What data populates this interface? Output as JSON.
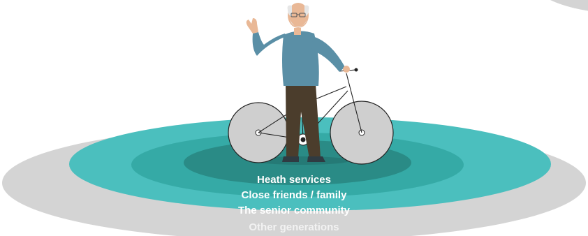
{
  "diagram": {
    "rings": [
      {
        "label": "Heath services",
        "color": "#2a8b86"
      },
      {
        "label": "Close friends / family",
        "color": "#35aaa6"
      },
      {
        "label": "The senior community",
        "color": "#4bbfbe"
      },
      {
        "label": "Other generations",
        "color": "#d4d4d4"
      }
    ],
    "figure": "senior-man-with-bicycle",
    "colors": {
      "shirt": "#5a8fa6",
      "trousers": "#4b3d2c",
      "wheel_fill": "#cfcfcf",
      "skin": "#e9b896",
      "hair": "#e6e6e6"
    }
  }
}
